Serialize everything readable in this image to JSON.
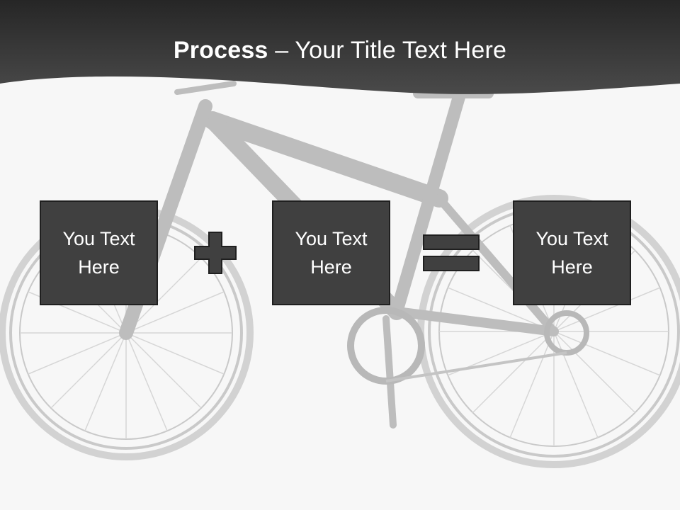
{
  "slide": {
    "title_bold": "Process",
    "title_rest": " – Your Title Text Here"
  },
  "boxes": [
    {
      "label": "You Text Here"
    },
    {
      "label": "You Text Here"
    },
    {
      "label": "You Text Here"
    }
  ],
  "operators": [
    "plus-icon",
    "equals-icon"
  ],
  "colors": {
    "header": "#3a3a3a",
    "box_fill": "#404040",
    "box_border": "#1f1f1f",
    "background": "#f7f7f7",
    "bike": "#c8c8c8"
  }
}
